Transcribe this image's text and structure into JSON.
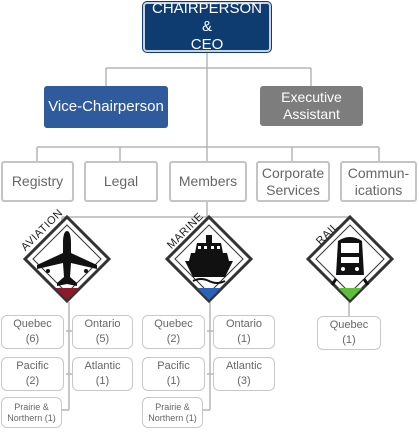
{
  "top": {
    "label_line1": "CHAIRPERSON &",
    "label_line2": "CEO"
  },
  "vice": {
    "label": "Vice-Chairperson"
  },
  "executive": {
    "label_line1": "Executive",
    "label_line2": "Assistant"
  },
  "departments": [
    {
      "line1": "Registry",
      "line2": ""
    },
    {
      "line1": "Legal",
      "line2": ""
    },
    {
      "line1": "Members",
      "line2": ""
    },
    {
      "line1": "Corporate",
      "line2": "Services"
    },
    {
      "line1": "Commun-",
      "line2": "ications"
    }
  ],
  "modes": [
    {
      "label": "AVIATION",
      "icon": "airplane-icon",
      "accent": "#8b1a2b",
      "regions": [
        {
          "name": "Quebec",
          "count": "(6)"
        },
        {
          "name": "Ontario",
          "count": "(5)"
        },
        {
          "name": "Pacific",
          "count": "(2)"
        },
        {
          "name": "Atlantic",
          "count": "(1)"
        },
        {
          "name_line1": "Prairie &",
          "name_line2": "Northern (1)"
        }
      ]
    },
    {
      "label": "MARINE",
      "icon": "ship-icon",
      "accent": "#2a62b8",
      "regions": [
        {
          "name": "Quebec",
          "count": "(2)"
        },
        {
          "name": "Ontario",
          "count": "(1)"
        },
        {
          "name": "Pacific",
          "count": "(1)"
        },
        {
          "name": "Atlantic",
          "count": "(3)"
        },
        {
          "name_line1": "Prairie &",
          "name_line2": "Northern (1)"
        }
      ]
    },
    {
      "label": "RAIL",
      "icon": "train-icon",
      "accent": "#5cbf3a",
      "regions": [
        {
          "name": "Quebec",
          "count": "(1)"
        }
      ]
    }
  ],
  "colors": {
    "top_fill": "#0e3b70",
    "vice_fill": "#2f5a9c",
    "exec_fill": "#7d7d7d",
    "connector": "#b5b5b5"
  }
}
